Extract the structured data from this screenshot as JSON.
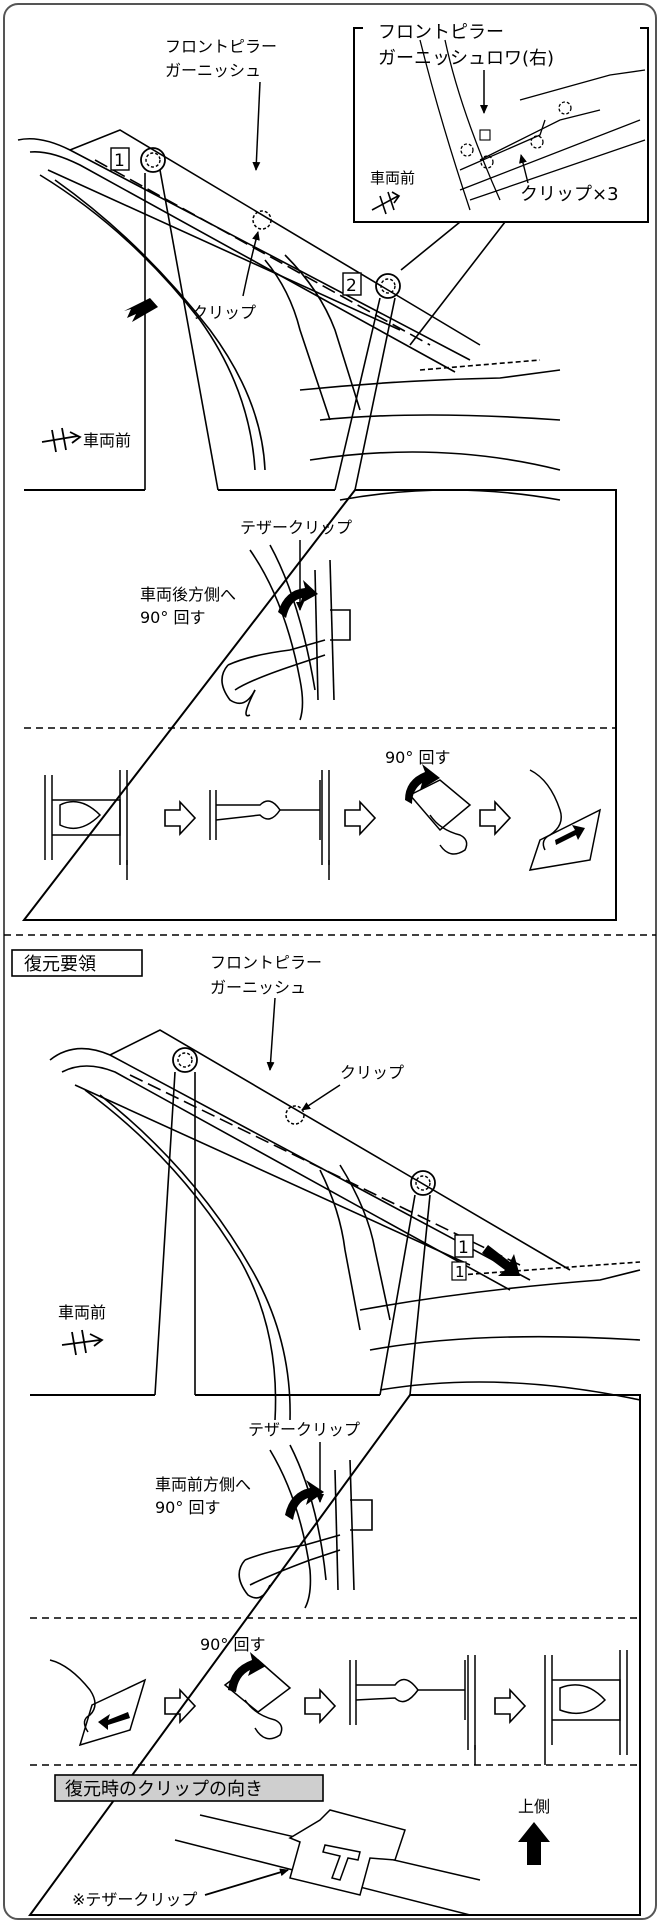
{
  "top": {
    "pillar_label_line1": "フロントピラー",
    "pillar_label_line2": "ガーニッシュ",
    "inset_label_line1": "フロントピラー",
    "inset_label_line2": "ガーニッシュロワ(右)",
    "inset_front": "車両前",
    "inset_clips": "クリップ×3",
    "clip_label": "クリップ",
    "marker_1": "1",
    "marker_2": "2",
    "vehicle_front": "車両前",
    "tether_clip": "テザークリップ",
    "rotate_dir_line1": "車両後方側へ",
    "rotate_dir_line2": "90° 回す",
    "step_rotate": "90° 回す"
  },
  "restore": {
    "heading": "復元要領",
    "pillar_label_line1": "フロントピラー",
    "pillar_label_line2": "ガーニッシュ",
    "clip_label": "クリップ",
    "marker_1": "1",
    "marker_1b": "1",
    "vehicle_front": "車両前",
    "tether_clip": "テザークリップ",
    "rotate_dir_line1": "車両前方側へ",
    "rotate_dir_line2": "90° 回す",
    "step_rotate": "90° 回す",
    "orientation_heading": "復元時のクリップの向き",
    "up_side": "上側",
    "note": "※テザークリップ"
  }
}
